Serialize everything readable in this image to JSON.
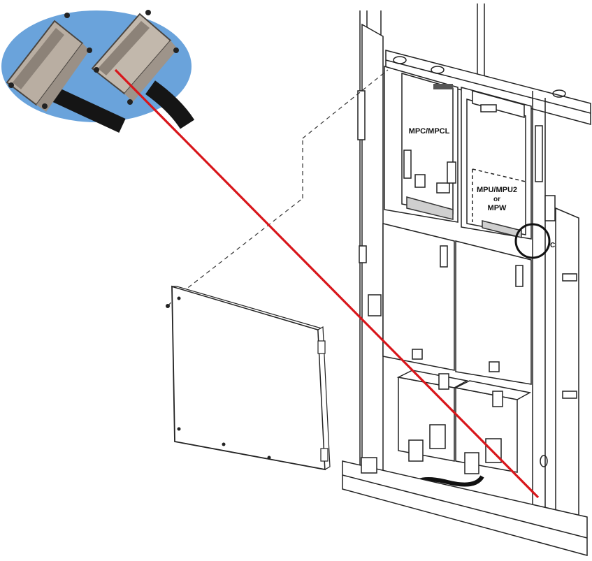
{
  "labels": {
    "mpc": "MPC/MPCL",
    "mpu_line1": "MPU/MPU2",
    "mpu_line2": "or",
    "mpu_line3": "MPW",
    "callout": "C"
  },
  "colors": {
    "pointer_line": "#d8161b",
    "inset_background": "#6aa3db",
    "connector_metal": "#b8aea3",
    "cable": "#1a1a1a",
    "line_art": "#222222"
  },
  "icons": {
    "inset": "scsi-connector-photo-icon",
    "cabinet": "equipment-cabinet-illustration",
    "panel": "cover-panel-illustration"
  }
}
